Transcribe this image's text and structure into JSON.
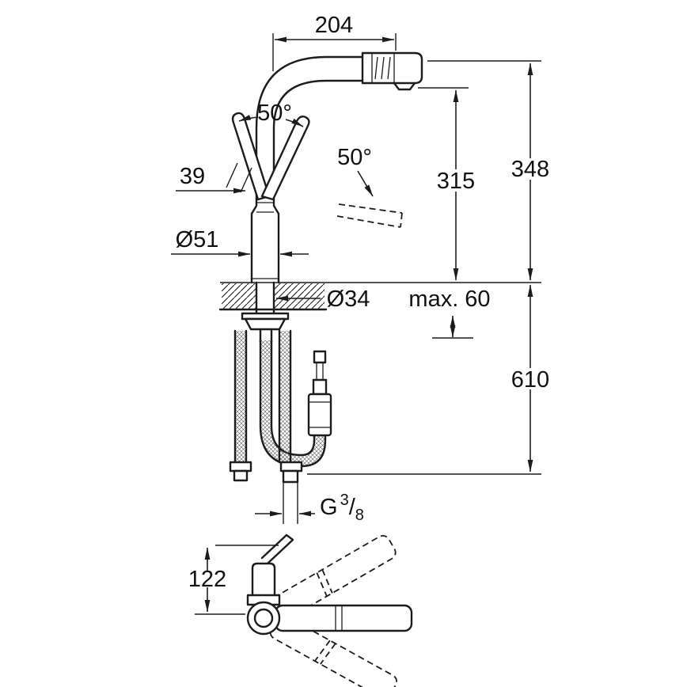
{
  "style": {
    "background": "#ffffff",
    "line_color": "#1c1c1c",
    "text_color": "#111111"
  },
  "front_view": {
    "spout_reach": "204",
    "handle_swing_left": "50°",
    "handle_swing_side": "50°",
    "handle_width": "39",
    "height_to_spout": "315",
    "total_height": "348",
    "body_diameter": "Ø51",
    "shank_diameter": "Ø34",
    "max_counter_thickness": "max. 60",
    "hose_drop": "610",
    "thread": {
      "g": "G",
      "numerator": "3",
      "slash": "/",
      "denominator": "8"
    }
  },
  "side_view": {
    "head_height": "122"
  }
}
